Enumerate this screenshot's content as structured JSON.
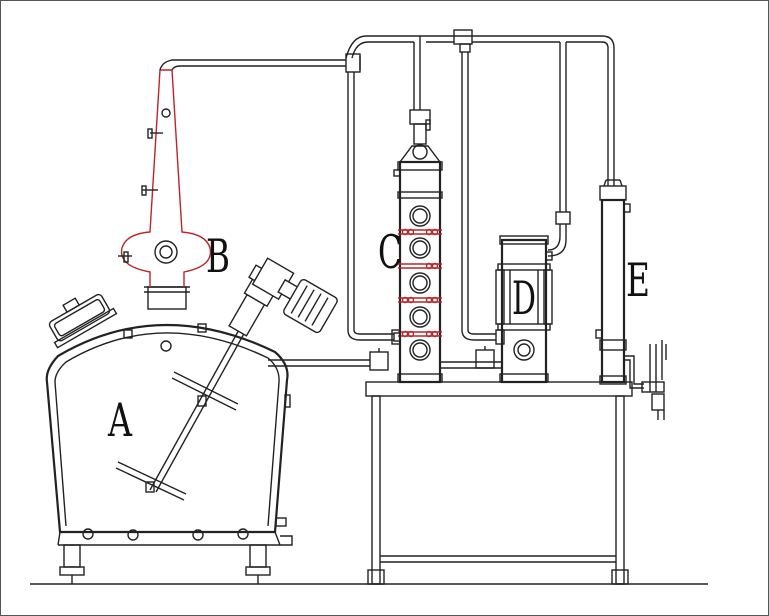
{
  "labels": {
    "pot_still": "A",
    "helmet": "B",
    "column": "C",
    "dephlegmator": "D",
    "condenser": "E"
  },
  "colors": {
    "line": "#222222",
    "accent_red": "#b8262b",
    "background": "#ffffff"
  }
}
